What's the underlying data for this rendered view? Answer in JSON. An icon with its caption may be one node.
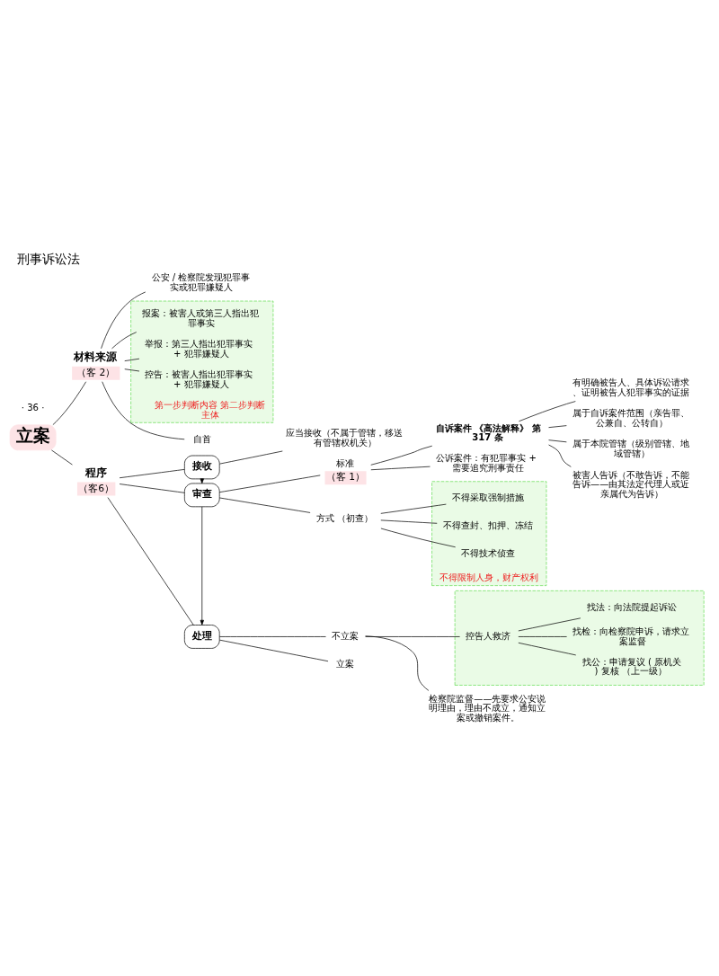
{
  "diagram": {
    "title": "刑事诉讼法",
    "nodes": [
      {
        "text": [
          "立案"
        ]
      },
      {
        "text": [
          "材料来源",
          "（客 2）"
        ]
      },
      {
        "text": [
          "公安 / 检察院发现犯罪事实或犯罪嫌疑人"
        ]
      },
      {
        "text": [],
        "shape": "box",
        "beside": [
          "第一步判断内容 第二步判断主体"
        ]
      },
      {
        "text": [
          "报案：被害人或第三人指出犯罪事实"
        ],
        "in": 3
      },
      {
        "text": [
          "举报：第三人指出犯罪事实 + 犯罪嫌疑人"
        ],
        "in": 3
      },
      {
        "text": [
          "控告：被害人指出犯罪事实 + 犯罪嫌疑人"
        ],
        "in": 3
      },
      {
        "text": [
          "自首"
        ]
      },
      {
        "text": [
          "程序",
          "（客6）"
        ]
      },
      {
        "text": [
          "接收"
        ]
      },
      {
        "text": [
          "应当接收（不属于管辖，移送有管辖权机关）"
        ]
      },
      {
        "text": [
          "审查"
        ]
      },
      {
        "text": [
          "方式 （初查）"
        ]
      },
      {
        "text": [],
        "shape": "box",
        "beside": [
          "不得限制人身，财产权利"
        ]
      },
      {
        "text": [
          "不得采取强制措施"
        ],
        "in": 13
      },
      {
        "text": [
          "不得查封、扣押、冻结"
        ],
        "in": 13
      },
      {
        "text": [
          "不得技术侦查"
        ],
        "in": 13
      },
      {
        "text": [
          "标准",
          "（客 1）"
        ]
      },
      {
        "text": [
          "公诉案件：有犯罪事实 + 需要追究刑事责任"
        ]
      },
      {
        "text": [
          "自诉案件 《高法解释》 第 317 条"
        ]
      },
      {
        "text": [
          "属于自诉案件范围（亲告罪、公兼自、公转自）"
        ]
      },
      {
        "text": [
          "属于本院管辖（级别管辖、地域管辖）"
        ]
      },
      {
        "text": [
          "被害人告诉（不敢告诉，不能告诉——由其法定代理人或近亲属代为告诉）"
        ]
      },
      {
        "text": [
          "有明确被告人、具体诉讼请求、证明被告人犯罪事实的证据"
        ]
      },
      {
        "text": [
          "处理"
        ]
      },
      {
        "text": [
          "立案"
        ]
      },
      {
        "text": [
          "不立案"
        ]
      },
      {
        "text": [],
        "shape": "box"
      },
      {
        "text": [
          "控告人救济"
        ],
        "in": 27
      },
      {
        "text": [
          "找公：申请复议 ( 原机关 ) 复核 （上一级）"
        ],
        "in": 27
      },
      {
        "text": [
          "找检：向检察院申诉，请求立案监督"
        ],
        "in": 27
      },
      {
        "text": [
          "找法：向法院提起诉讼"
        ],
        "in": 27
      },
      {
        "text": [
          "检察院监督——先要求公安说明理由，理由不成立，通知立案或撤销案件。"
        ]
      }
    ],
    "edges": [
      {
        "from": 0,
        "to": 1,
        "arrow": "none"
      },
      {
        "from": 0,
        "to": 8,
        "arrow": "none"
      },
      {
        "from": 1,
        "to": 2,
        "arrow": "none"
      },
      {
        "from": 1,
        "to": 4,
        "arrow": "none"
      },
      {
        "from": 1,
        "to": 5,
        "arrow": "none"
      },
      {
        "from": 1,
        "to": 6,
        "arrow": "none"
      },
      {
        "from": 1,
        "to": 7,
        "arrow": "none"
      },
      {
        "from": 8,
        "to": 9,
        "arrow": "none"
      },
      {
        "from": 8,
        "to": 11,
        "arrow": "none"
      },
      {
        "from": 8,
        "to": 24,
        "arrow": "none"
      },
      {
        "from": 9,
        "to": 10,
        "arrow": "none"
      },
      {
        "from": 9,
        "to": 11,
        "arrow": "to"
      },
      {
        "from": 11,
        "to": 24,
        "arrow": "to"
      },
      {
        "from": 11,
        "to": 12,
        "arrow": "none"
      },
      {
        "from": 11,
        "to": 17,
        "arrow": "none"
      },
      {
        "from": 12,
        "to": 14,
        "arrow": "none"
      },
      {
        "from": 12,
        "to": 15,
        "arrow": "none"
      },
      {
        "from": 12,
        "to": 16,
        "arrow": "none"
      },
      {
        "from": 17,
        "to": 18,
        "arrow": "none"
      },
      {
        "from": 17,
        "to": 19,
        "arrow": "none"
      },
      {
        "from": 19,
        "to": 20,
        "arrow": "none"
      },
      {
        "from": 19,
        "to": 21,
        "arrow": "none"
      },
      {
        "from": 19,
        "to": 22,
        "arrow": "none"
      },
      {
        "from": 19,
        "to": 23,
        "arrow": "none"
      },
      {
        "from": 24,
        "to": 25,
        "arrow": "none"
      },
      {
        "from": 24,
        "to": 26,
        "arrow": "none"
      },
      {
        "from": 26,
        "to": 28,
        "arrow": "none"
      },
      {
        "from": 26,
        "to": 32,
        "arrow": "none"
      },
      {
        "from": 28,
        "to": 29,
        "arrow": "none"
      },
      {
        "from": 28,
        "to": 30,
        "arrow": "none"
      },
      {
        "from": 28,
        "to": 31,
        "arrow": "none"
      }
    ],
    "labels": [
      "· 36 ·"
    ]
  }
}
